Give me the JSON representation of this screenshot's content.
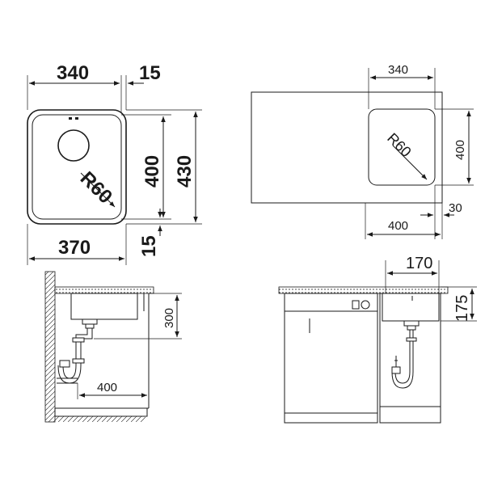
{
  "top_left": {
    "width_340": "340",
    "rim_15_top": "15",
    "radius": "R60",
    "height_400": "400",
    "height_430": "430",
    "width_370": "370",
    "rim_15_bottom": "15"
  },
  "top_right": {
    "width_340": "340",
    "radius": "R60",
    "height_400": "400",
    "offset_30": "30",
    "width_400": "400"
  },
  "bottom_left": {
    "depth_300": "300",
    "drain_400": "400"
  },
  "bottom_right": {
    "width_170": "170",
    "depth_175": "175"
  }
}
